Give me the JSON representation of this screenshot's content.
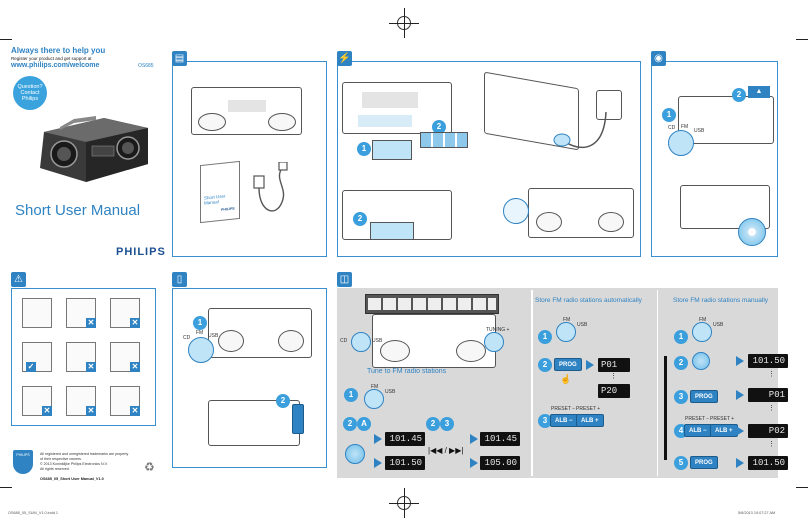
{
  "cover": {
    "tagline": "Always there to help you",
    "register": "Register your product and get support at",
    "url": "www.philips.com/welcome",
    "model": "OS685",
    "bubble": [
      "Question?",
      "Contact",
      "Philips"
    ],
    "title": "Short User Manual",
    "brand": "PHILIPS"
  },
  "legal": {
    "lines": [
      "All registered and unregistered trademarks are property",
      "of their respective owners.",
      "© 2013 Koninklijke Philips Electronics N.V.",
      "All rights reserved."
    ],
    "doc_id": "OS685_05_Short User Manual_V1.0",
    "philips_badge": "PHILIPS"
  },
  "panels": {
    "box_icon": "box-icon",
    "power_icon": "battery-plug-icon",
    "cd_icon": "cd-icon",
    "warning_icon": "warning-icon",
    "usb_icon": "usb-icon",
    "radio_icon": "radio-icon"
  },
  "leaflet": {
    "title": "Short User Manual",
    "brand": "PHILIPS"
  },
  "radio": {
    "auto_title": "Store FM radio stations automatically",
    "manual_title": "Store FM radio stations manually",
    "tune_title": "Tune to FM radio stations",
    "tuning_label": "TUNING +",
    "prog": "PROG",
    "preset_minus": "PRESET −",
    "preset_plus": "PRESET +",
    "alb_minus": "ALB −",
    "alb_plus": "ALB +",
    "fm": "FM",
    "cd": "CD",
    "usb": "USB",
    "lcd": {
      "tune1": "101.45",
      "tune2": "101.50",
      "tune3": "101.45",
      "tune4": "105.00",
      "auto1": "P01",
      "auto2": "P20",
      "man1": "101.50",
      "man2": "P01",
      "man3": "P02",
      "man4": "101.50"
    },
    "skip": "|◀◀ / ▶▶|"
  },
  "steps": {
    "s1": "1",
    "s2": "2",
    "s3": "3",
    "s4": "4",
    "s5": "5",
    "sA": "A"
  },
  "footer": {
    "left": "OS685_05_SUM_V1.0.indd 1",
    "right": "5/6/2013 10:07:27 AM"
  },
  "colors": {
    "accent": "#2f83c3"
  }
}
